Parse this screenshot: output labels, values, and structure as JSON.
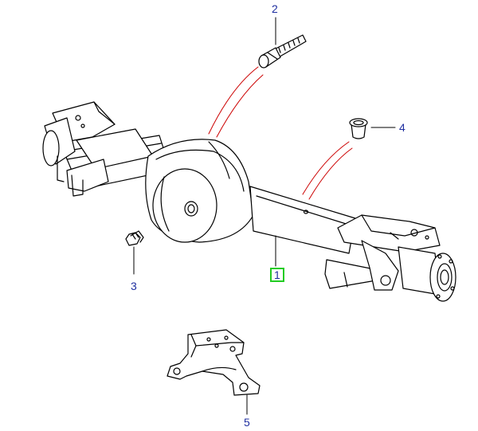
{
  "callouts": [
    {
      "id": "1",
      "label": "1",
      "selected": true
    },
    {
      "id": "2",
      "label": "2",
      "selected": false
    },
    {
      "id": "3",
      "label": "3",
      "selected": false
    },
    {
      "id": "4",
      "label": "4",
      "selected": false
    },
    {
      "id": "5",
      "label": "5",
      "selected": false
    }
  ],
  "colors": {
    "line": "#000000",
    "leader": "#cc0000",
    "label": "#1f2fa0",
    "highlight": "#22cc22"
  }
}
